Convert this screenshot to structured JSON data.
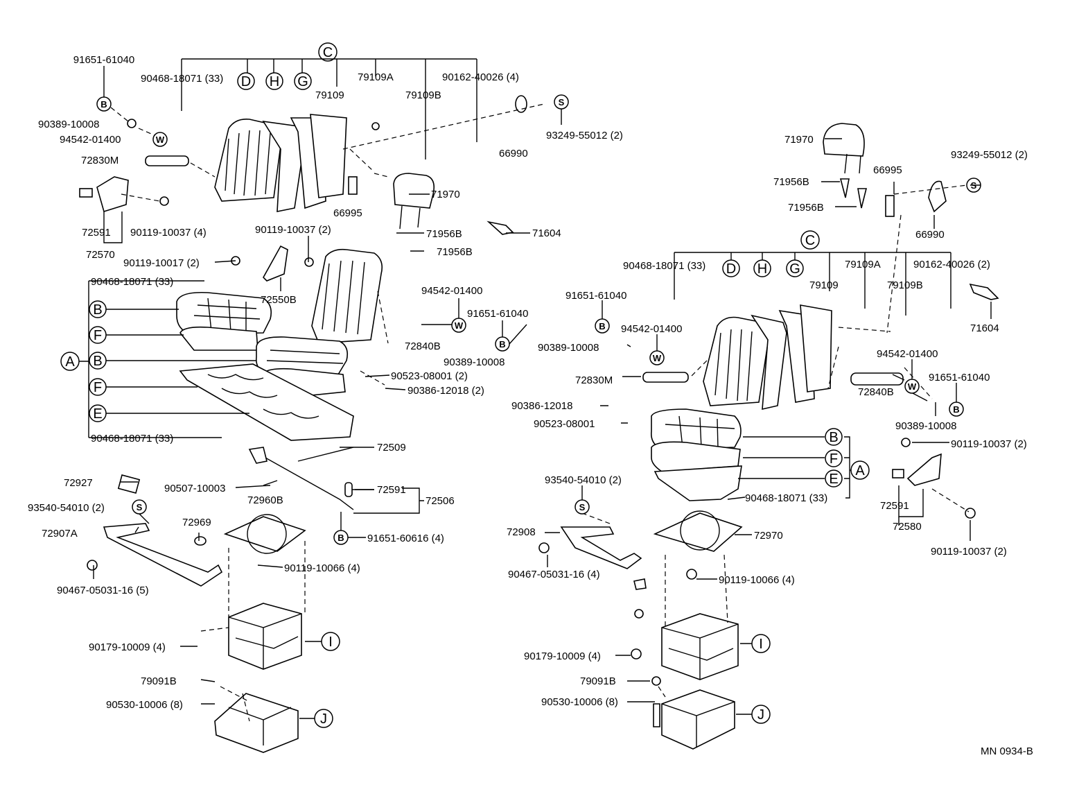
{
  "left": {
    "labels": {
      "l1": "91651-61040",
      "l2": "90468-18071 (33)",
      "l3": "79109A",
      "l4": "90162-40026 (4)",
      "l5": "79109",
      "l6": "79109B",
      "l7": "90389-10008",
      "l8": "94542-01400",
      "l9": "72830M",
      "l10": "93249-55012 (2)",
      "l11": "66990",
      "l12": "66995",
      "l13": "71970",
      "l14": "72591",
      "l15": "90119-10037 (4)",
      "l16": "72570",
      "l17": "90119-10037 (2)",
      "l18": "71956B",
      "l19": "71956B",
      "l20": "71604",
      "l21": "90119-10017 (2)",
      "l22": "90468-18071 (33)",
      "l23": "72550B",
      "l24": "94542-01400",
      "l25": "91651-61040",
      "l26": "72840B",
      "l27": "90389-10008",
      "l28": "90523-08001 (2)",
      "l29": "90386-12018 (2)",
      "l30": "90468-18071 (33)",
      "l31": "72509",
      "l32": "72927",
      "l33": "90507-10003",
      "l34": "72591",
      "l35": "72506",
      "l36": "72960B",
      "l37": "93540-54010 (2)",
      "l38": "72969",
      "l39": "72907A",
      "l40": "91651-60616 (4)",
      "l41": "90119-10066 (4)",
      "l42": "90467-05031-16 (5)",
      "l43": "90179-10009 (4)",
      "l44": "79091B",
      "l45": "90530-10006 (8)"
    },
    "letters": {
      "C": "C",
      "D": "D",
      "H": "H",
      "G": "G",
      "B1": "B",
      "W1": "W",
      "S1": "S",
      "A": "A",
      "B2": "B",
      "F1": "F",
      "B3": "B",
      "F2": "F",
      "E": "E",
      "W2": "W",
      "B4": "B",
      "B5": "B",
      "S2": "S",
      "I": "I",
      "J": "J"
    }
  },
  "right": {
    "labels": {
      "r1": "71970",
      "r2": "93249-55012 (2)",
      "r3": "66995",
      "r4": "71956B",
      "r5": "71956B",
      "r6": "66990",
      "r7": "90468-18071 (33)",
      "r8": "79109A",
      "r9": "90162-40026 (2)",
      "r10": "79109",
      "r11": "79109B",
      "r12": "91651-61040",
      "r13": "94542-01400",
      "r14": "71604",
      "r15": "90389-10008",
      "r16": "94542-01400",
      "r17": "91651-61040",
      "r18": "72830M",
      "r19": "72840B",
      "r20": "90386-12018",
      "r21": "90389-10008",
      "r22": "90523-08001",
      "r23": "90119-10037 (2)",
      "r24": "93540-54010 (2)",
      "r25": "90468-18071 (33)",
      "r26": "72591",
      "r27": "72580",
      "r28": "72908",
      "r29": "72970",
      "r30": "90467-05031-16 (4)",
      "r31": "90119-10066 (4)",
      "r32": "90119-10037 (2)",
      "r33": "90179-10009 (4)",
      "r34": "79091B",
      "r35": "90530-10006 (8)"
    },
    "letters": {
      "C": "C",
      "D": "D",
      "H": "H",
      "G": "G",
      "S1": "S",
      "B1": "B",
      "W1": "W",
      "W2": "W",
      "B2": "B",
      "B3": "B",
      "F": "F",
      "E": "E",
      "A": "A",
      "S2": "S",
      "I": "I",
      "J": "J"
    }
  },
  "footer": {
    "code": "MN 0934-B"
  }
}
